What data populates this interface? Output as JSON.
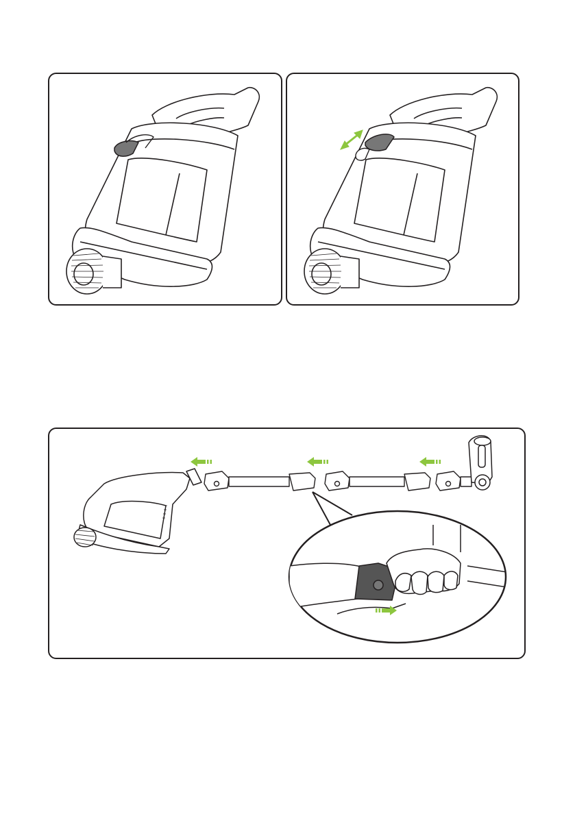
{
  "page": {
    "description_hidden": "",
    "colors": {
      "line": "#231f20",
      "accent_green": "#8dc63f",
      "button_grey": "#777777",
      "hand_grey": "#555555",
      "background": "#ffffff"
    }
  },
  "figures": [
    {
      "id": "fig-1a",
      "icons": [
        "handheld-vacuum-illustration",
        "release-button-icon"
      ]
    },
    {
      "id": "fig-1b",
      "icons": [
        "handheld-vacuum-illustration",
        "double-arrow-icon"
      ]
    },
    {
      "id": "fig-2",
      "icons": [
        "handheld-vacuum-illustration",
        "wand-tube-illustration",
        "floor-head-illustration",
        "arrow-left-icon",
        "arrow-right-icon",
        "hand-illustration"
      ]
    }
  ]
}
